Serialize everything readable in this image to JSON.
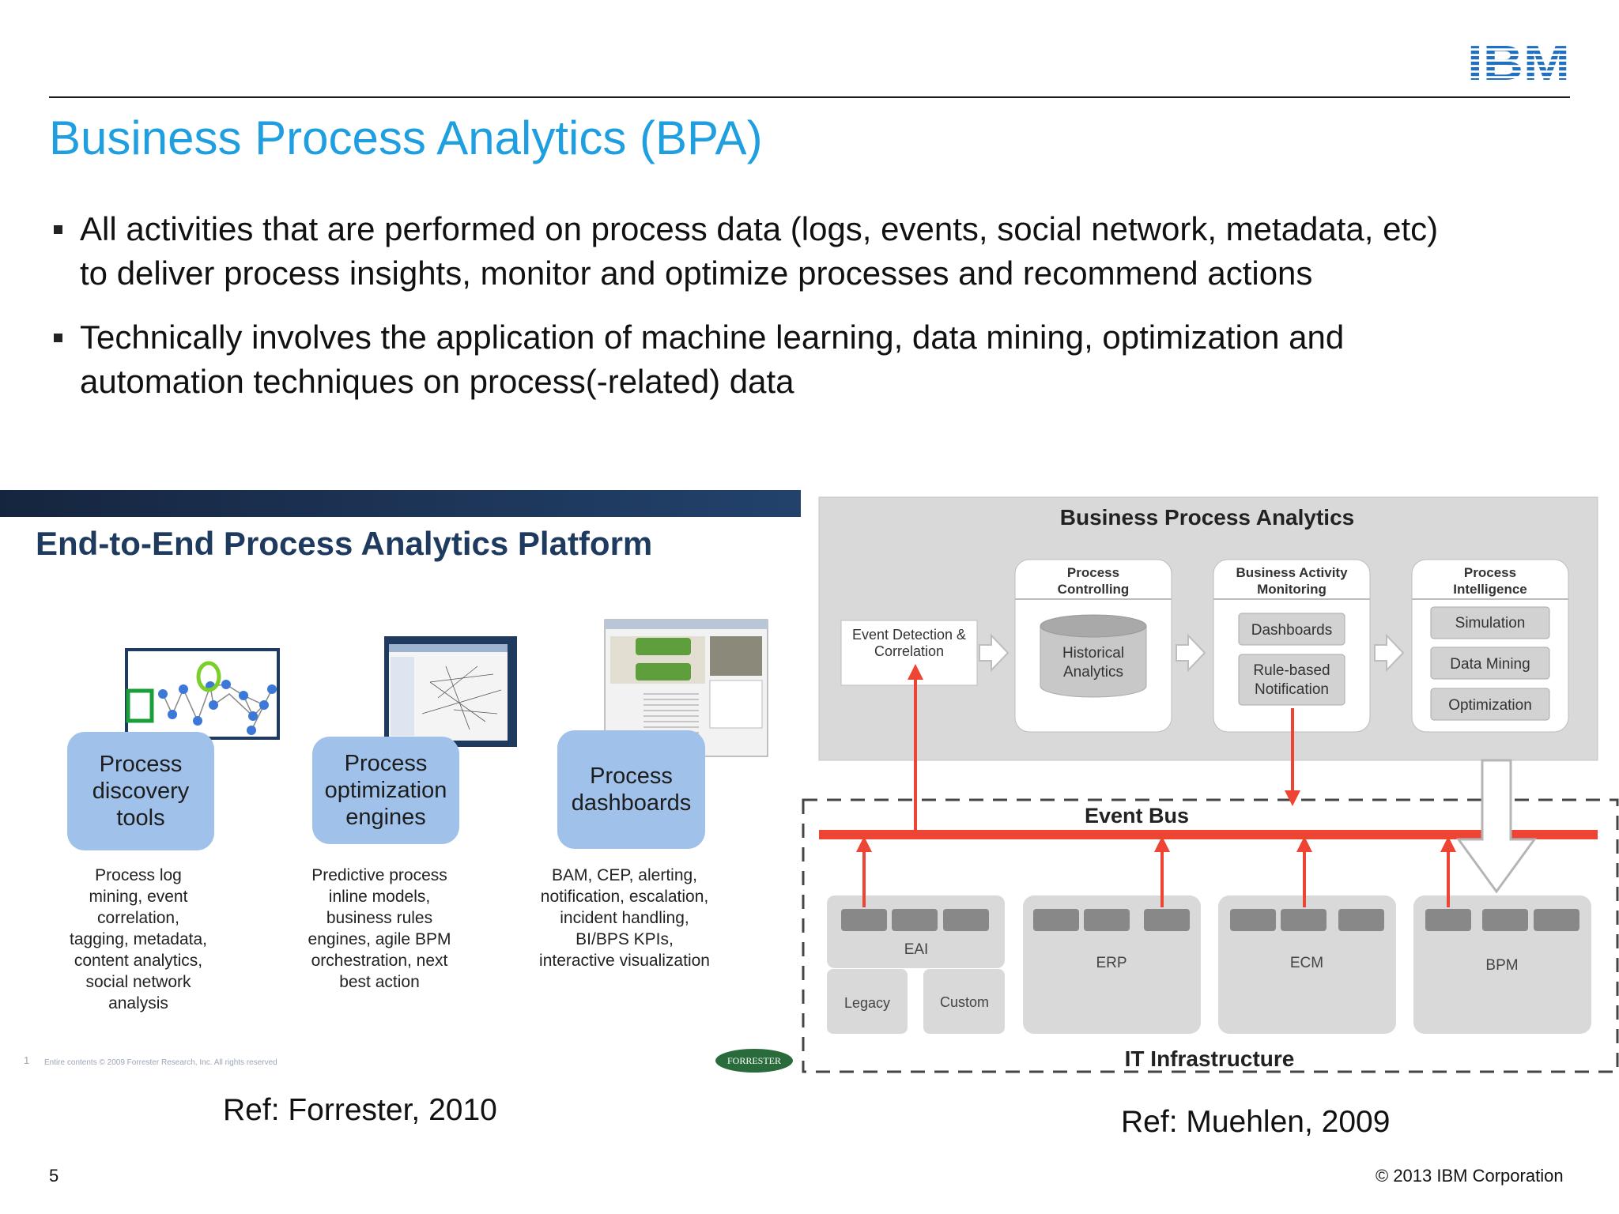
{
  "header": {
    "logo_text": "IBM",
    "title": "Business Process Analytics (BPA)",
    "title_color": "#1f9fdf"
  },
  "bullets": [
    {
      "line1": "All activities that are performed on process data (logs, events, social network, metadata, etc)",
      "line2": "to deliver process insights, monitor and optimize processes and recommend actions"
    },
    {
      "line1": "Technically involves the application of machine learning, data mining, optimization and",
      "line2": "automation techniques on process(-related) data"
    }
  ],
  "forrester": {
    "title": "End-to-End Process Analytics Platform",
    "columns": [
      {
        "pill": [
          "Process",
          "discovery",
          "tools"
        ],
        "desc": [
          "Process log",
          "mining, event",
          "correlation,",
          "tagging, metadata,",
          "content analytics,",
          "social network",
          "analysis"
        ]
      },
      {
        "pill": [
          "Process",
          "optimization",
          "engines"
        ],
        "desc": [
          "Predictive process",
          "inline models,",
          "business rules",
          "engines, agile BPM",
          "orchestration, next",
          "best action"
        ]
      },
      {
        "pill": [
          "Process",
          "dashboards"
        ],
        "desc": [
          "BAM, CEP, alerting,",
          "notification, escalation,",
          "incident handling,",
          "BI/BPS KPIs,",
          "interactive visualization"
        ]
      }
    ],
    "footnote_number": "1",
    "footnote": "Entire contents © 2009 Forrester Research, Inc. All rights reserved",
    "badge": "FORRESTER",
    "ref": "Ref: Forrester, 2010"
  },
  "muehlen": {
    "title": "Business Process Analytics",
    "event_detection": [
      "Event Detection &",
      "Correlation"
    ],
    "process_controlling": {
      "title": [
        "Process",
        "Controlling"
      ],
      "db": [
        "Historical",
        "Analytics"
      ]
    },
    "bam": {
      "title": [
        "Business Activity",
        "Monitoring"
      ],
      "dashboards": "Dashboards",
      "rule": [
        "Rule-based",
        "Notification"
      ]
    },
    "intelligence": {
      "title": [
        "Process",
        "Intelligence"
      ],
      "items": [
        "Simulation",
        "Data Mining",
        "Optimization"
      ]
    },
    "event_bus": "Event Bus",
    "systems": [
      "EAI",
      "ERP",
      "ECM",
      "BPM"
    ],
    "sub_systems": [
      "Legacy",
      "Custom"
    ],
    "it_infrastructure": "IT Infrastructure",
    "accent_color": "#ee4433",
    "ref": "Ref: Muehlen, 2009"
  },
  "footer": {
    "page_number": "5",
    "copyright": "© 2013 IBM Corporation"
  }
}
